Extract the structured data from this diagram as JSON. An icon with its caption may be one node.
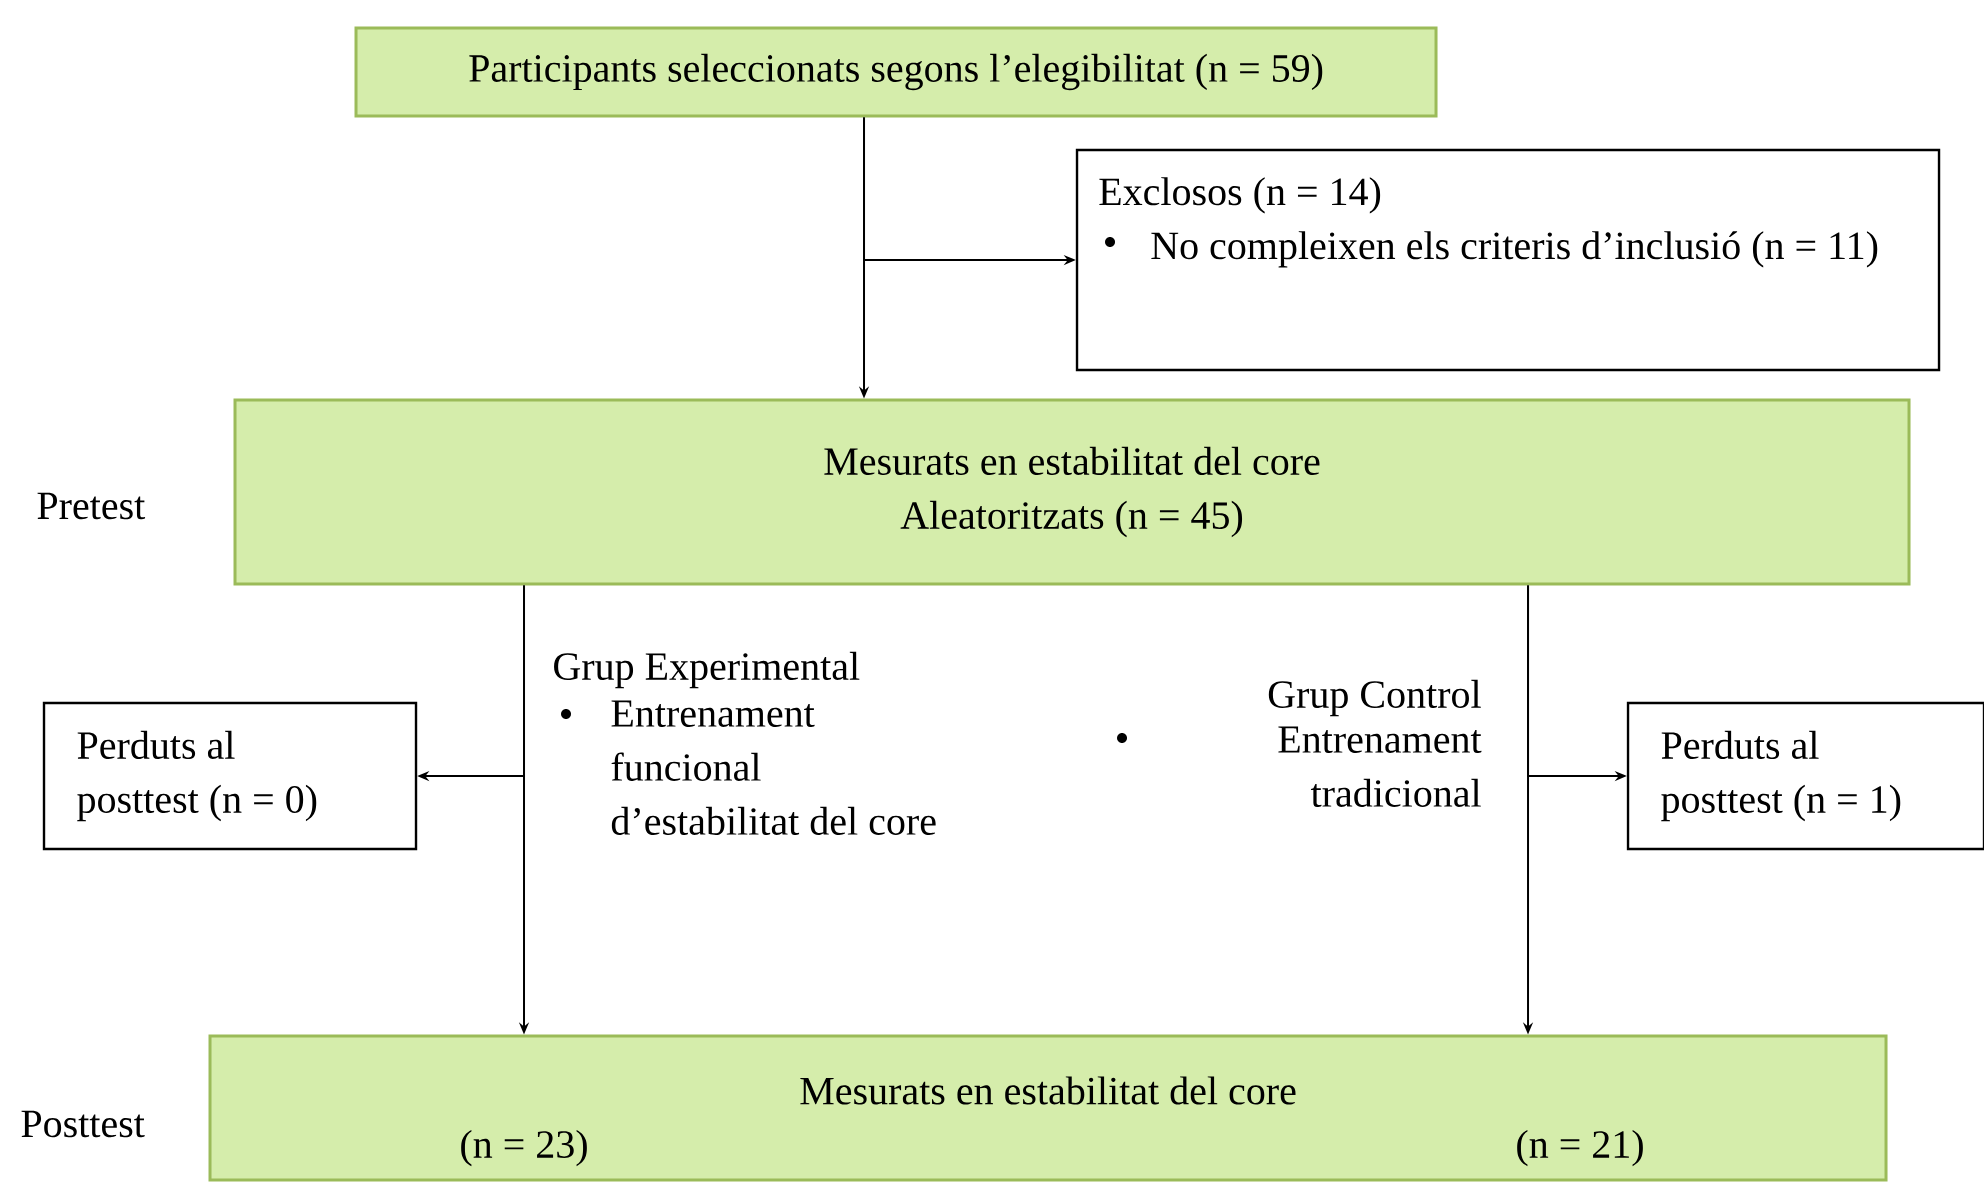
{
  "diagram": {
    "nodes": [
      {
        "text": [
          "Participants seleccionats segons l’elegibilitat (n = 59)"
        ]
      },
      {
        "text": [
          "Exclosos (n = 14)",
          "No compleixen els criteris d’inclusió (n = 11)"
        ]
      },
      {
        "text": [
          "Mesurats en estabilitat del core Aleatoritzats (n = 45)"
        ]
      },
      {
        "text": [
          "Perduts al posttest (n = 0)"
        ]
      },
      {
        "text": [
          "Perduts al posttest (n = 1)"
        ]
      },
      {
        "text": [
          "Mesurats en estabilitat del core",
          "(n = 23)",
          "(n = 21)"
        ]
      }
    ],
    "edges": [
      {
        "from": 0,
        "to": 2,
        "arrow": "to"
      },
      {
        "from": 0,
        "to": 1,
        "arrow": "to"
      },
      {
        "from": 2,
        "to": 3,
        "arrow": "to"
      },
      {
        "from": 2,
        "to": 5,
        "arrow": "to"
      },
      {
        "from": 2,
        "to": 4,
        "arrow": "to"
      },
      {
        "from": 2,
        "to": 5,
        "arrow": "to"
      }
    ],
    "labels": [
      "Pretest",
      "Grup Experimental",
      "Entrenament funcional d’estabilitat del core",
      "Grup Control",
      "Entrenament tradicional",
      "Posttest"
    ]
  }
}
